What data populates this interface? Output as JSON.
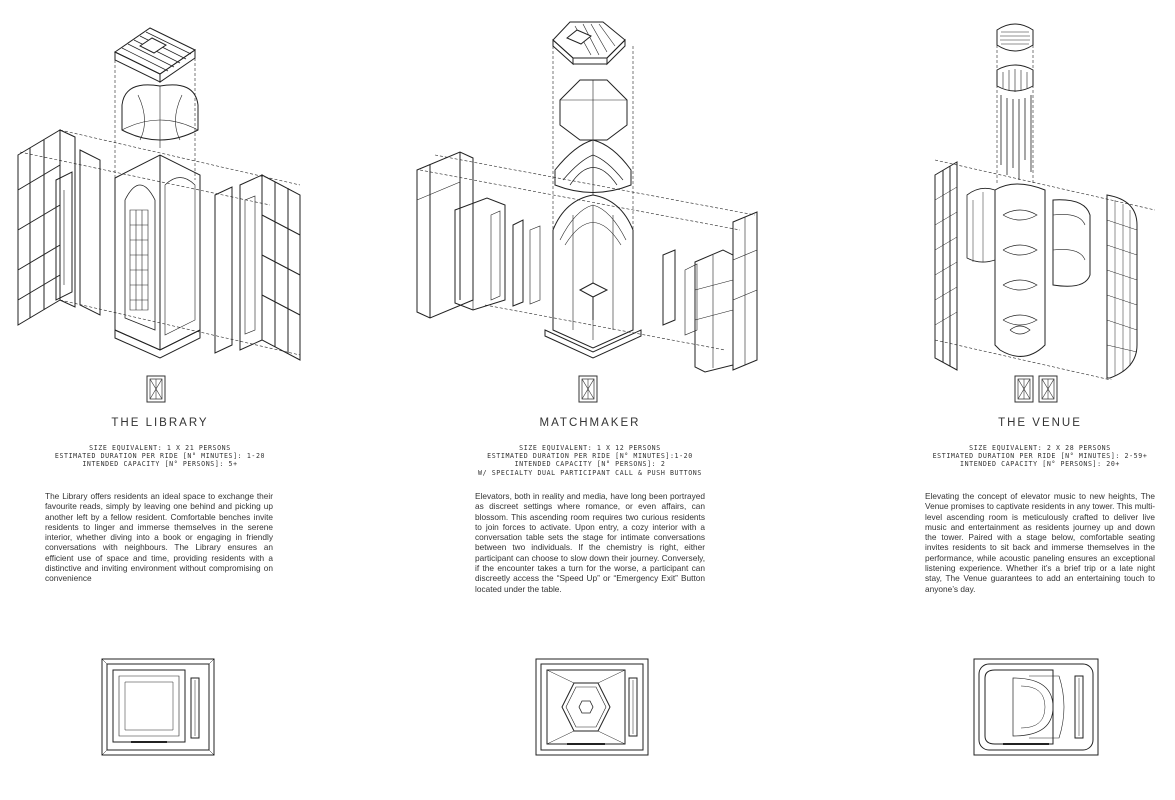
{
  "panels": [
    {
      "title": "THE LIBRARY",
      "specs": [
        "SIZE EQUIVALENT: 1 X 21 PERSONS",
        "ESTIMATED DURATION PER RIDE [N° MINUTES]: 1-20",
        "INTENDED CAPACITY [N° PERSONS]: 5+"
      ],
      "description": "The Library offers residents an ideal space to exchange their favourite reads, simply by leaving one behind and picking up another left by a fellow resident. Comfortable benches invite residents to linger and immerse themselves in the serene interior, whether diving into a book or engaging in friendly conversations with neighbours. The Library ensures an efficient use of space and time, providing residents with a distinctive and inviting environment without compromising on convenience",
      "icon": "elevator-door-icon"
    },
    {
      "title": "MATCHMAKER",
      "specs": [
        "SIZE EQUIVALENT: 1 X 12 PERSONS",
        "ESTIMATED DURATION PER RIDE [N° MINUTES]:1-20",
        "INTENDED CAPACITY [N° PERSONS]: 2",
        "W/ SPECIALTY DUAL PARTICIPANT CALL & PUSH BUTTONS"
      ],
      "description": "Elevators, both in reality and media, have long been portrayed as discreet settings where romance, or even affairs, can blossom. This ascending room requires two curious residents to join forces to activate. Upon entry, a cozy interior with a conversation table sets the stage for intimate conversations between two individuals. If the chemistry is right, either participant can choose to slow down their journey. Conversely, if the encounter takes a turn for the worse, a participant can discreetly access the “Speed Up” or “Emergency Exit” Button located under the table.",
      "icon": "elevator-door-icon"
    },
    {
      "title": "THE VENUE",
      "specs": [
        "SIZE EQUIVALENT: 2 X 28 PERSONS",
        "ESTIMATED DURATION PER RIDE [N° MINUTES]: 2-59+",
        "INTENDED CAPACITY [N° PERSONS]: 20+"
      ],
      "description": "Elevating the concept of elevator music to new heights, The Venue promises to captivate residents in any tower. This multi-level ascending room is meticulously crafted to deliver live music and entertainment as residents journey up and down the tower. Paired with a stage below, comfortable seating invites residents to sit back and immerse themselves in the performance, while acoustic paneling ensures an exceptional listening experience. Whether it’s a brief trip or a late night stay, The Venue guarantees to add an entertaining touch to anyone’s day.",
      "icon": "double-elevator-door-icon"
    }
  ],
  "colors": {
    "ink": "#222222",
    "background": "#ffffff"
  }
}
